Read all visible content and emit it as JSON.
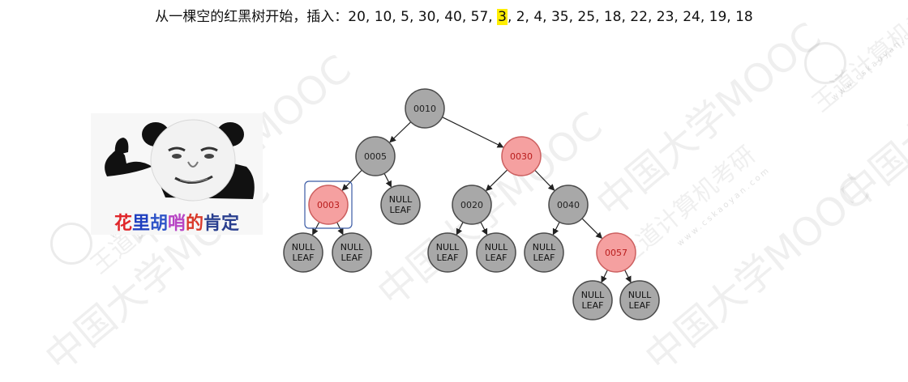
{
  "headline": {
    "before": "从一棵空的红黑树开始，插入：20, 10, 5, 30, 40, 57, ",
    "highlight": "3",
    "after": ", 2, 4, 35, 25, 18, 22, 23, 24, 19, 18"
  },
  "colors": {
    "black_node_fill": "#a8a8a8",
    "red_node_fill": "#f5a0a0",
    "highlight": "#ffee00",
    "selection_box": "#3b5ba5"
  },
  "tree": {
    "nodes": [
      {
        "id": "n0010",
        "label": "0010",
        "color": "black"
      },
      {
        "id": "n0005",
        "label": "0005",
        "color": "black"
      },
      {
        "id": "n0030",
        "label": "0030",
        "color": "red"
      },
      {
        "id": "n0003",
        "label": "0003",
        "color": "red",
        "selected": true
      },
      {
        "id": "nLeafA",
        "label": [
          "NULL",
          "LEAF"
        ],
        "color": "black"
      },
      {
        "id": "n0020",
        "label": "0020",
        "color": "black"
      },
      {
        "id": "n0040",
        "label": "0040",
        "color": "black"
      },
      {
        "id": "nLeafB",
        "label": [
          "NULL",
          "LEAF"
        ],
        "color": "black"
      },
      {
        "id": "nLeafC",
        "label": [
          "NULL",
          "LEAF"
        ],
        "color": "black"
      },
      {
        "id": "nLeafD",
        "label": [
          "NULL",
          "LEAF"
        ],
        "color": "black"
      },
      {
        "id": "nLeafE",
        "label": [
          "NULL",
          "LEAF"
        ],
        "color": "black"
      },
      {
        "id": "nLeafF",
        "label": [
          "NULL",
          "LEAF"
        ],
        "color": "black"
      },
      {
        "id": "n0057",
        "label": "0057",
        "color": "red"
      },
      {
        "id": "nLeafG",
        "label": [
          "NULL",
          "LEAF"
        ],
        "color": "black"
      },
      {
        "id": "nLeafH",
        "label": [
          "NULL",
          "LEAF"
        ],
        "color": "black"
      }
    ],
    "edges": [
      [
        "n0010",
        "n0005"
      ],
      [
        "n0010",
        "n0030"
      ],
      [
        "n0005",
        "n0003"
      ],
      [
        "n0005",
        "nLeafA"
      ],
      [
        "n0030",
        "n0020"
      ],
      [
        "n0030",
        "n0040"
      ],
      [
        "n0003",
        "nLeafB"
      ],
      [
        "n0003",
        "nLeafC"
      ],
      [
        "n0020",
        "nLeafD"
      ],
      [
        "n0020",
        "nLeafE"
      ],
      [
        "n0040",
        "nLeafF"
      ],
      [
        "n0040",
        "n0057"
      ],
      [
        "n0057",
        "nLeafG"
      ],
      [
        "n0057",
        "nLeafH"
      ]
    ]
  },
  "meme": {
    "caption_chars": [
      {
        "ch": "花",
        "color": "#e0262a"
      },
      {
        "ch": "里",
        "color": "#1f3fbf"
      },
      {
        "ch": "胡",
        "color": "#2f55c8"
      },
      {
        "ch": "哨",
        "color": "#b845c4"
      },
      {
        "ch": "的",
        "color": "#d93a2b"
      },
      {
        "ch": "肯",
        "color": "#2a3f8f"
      },
      {
        "ch": "定",
        "color": "#2a3f8f"
      }
    ]
  },
  "watermarks": {
    "school": "中国大学MOOC",
    "brand": "王道计算机考研",
    "url": "www.cskaoyan.com"
  }
}
